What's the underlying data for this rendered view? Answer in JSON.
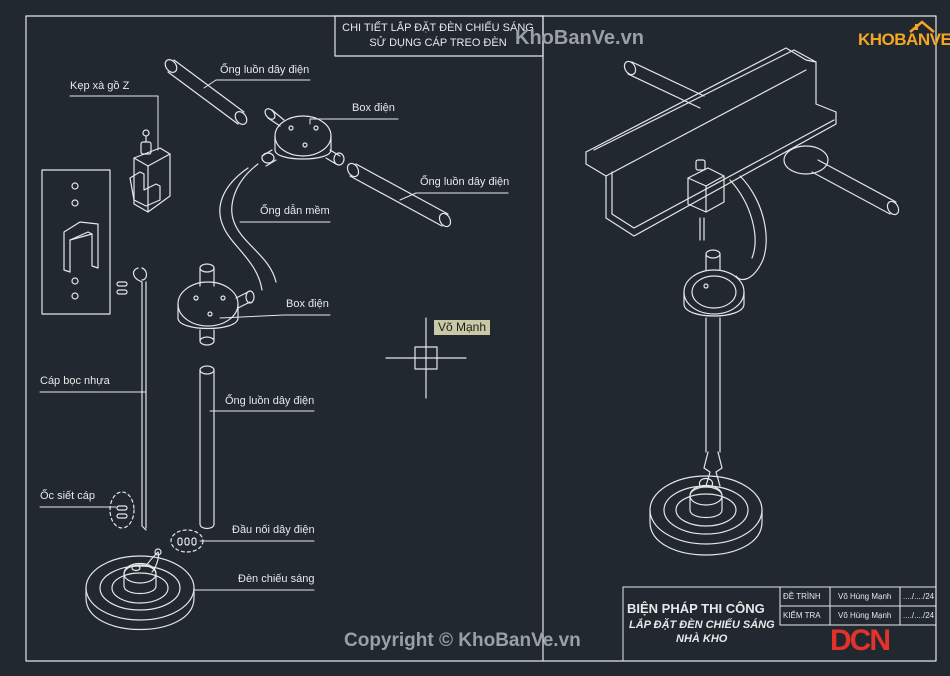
{
  "diagram": {
    "title_line1": "CHI TIẾT LẮP ĐẶT ĐÈN CHIẾU SÁNG",
    "title_line2": "SỬ DỤNG CÁP TREO ĐÈN",
    "labels": {
      "kep_xa_go": "Kẹp xà gồ Z",
      "ong_luon_1": "Ống luồn dây điện",
      "box_dien_1": "Box điện",
      "ong_luon_2": "Ống luồn dây điện",
      "ong_dan_mem": "Ống dẫn mềm",
      "box_dien_2": "Box điện",
      "cap_boc_nhua": "Cáp bọc nhựa",
      "ong_luon_3": "Ống luồn dây điện",
      "oc_siet_cap": "Ốc siết cáp",
      "dau_noi": "Đầu nối dây điện",
      "den_chieu_sang": "Đèn chiếu sáng"
    },
    "cursor_note": "Võ Mạnh"
  },
  "title_block": {
    "main_title": "BIỆN PHÁP THI CÔNG",
    "sub_title_1": "LẮP ĐẶT ĐÈN CHIẾU SÁNG",
    "sub_title_2": "NHÀ KHO",
    "row1_label": "ĐỀ TRÌNH",
    "row1_name": "Võ Hùng Mạnh",
    "row1_date": "..../..../24",
    "row2_label": "KIỂM TRA",
    "row2_name": "Võ Hùng Mạnh",
    "row2_date": "..../..../24",
    "company_logo": "DCN"
  },
  "watermarks": {
    "top": "KhoBanVe.vn",
    "bottom": "Copyright © KhoBanVe.vn",
    "logo": "KHOBANVE"
  },
  "colors": {
    "background": "#212830",
    "lines": "#e6e6e6",
    "dcn": "#e3312b",
    "logo": "#f5a623"
  }
}
